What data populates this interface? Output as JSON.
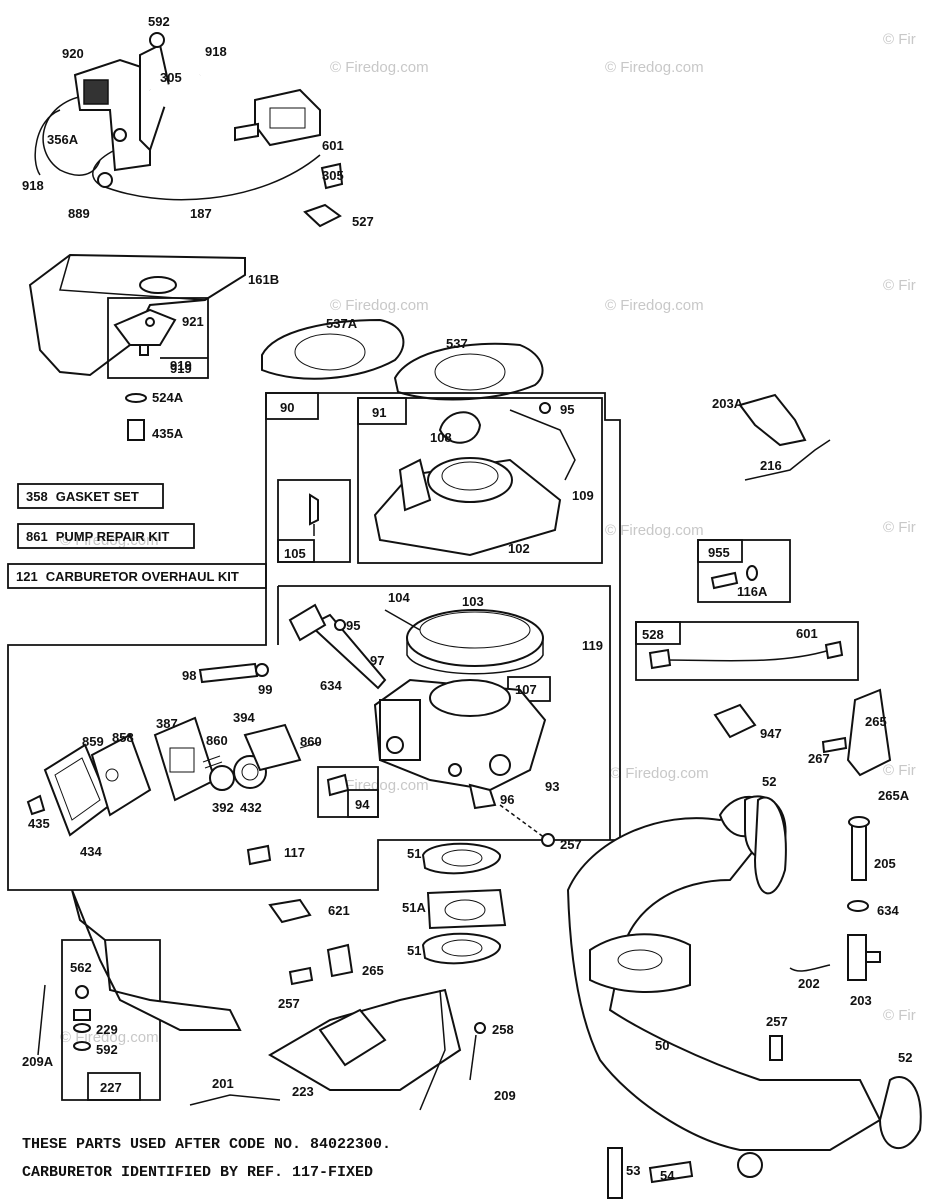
{
  "watermark": {
    "text": "© Firedog.com",
    "short_text": "© Fir"
  },
  "kits": [
    {
      "ref": "358",
      "name": "GASKET SET"
    },
    {
      "ref": "861",
      "name": "PUMP REPAIR KIT"
    },
    {
      "ref": "121",
      "name": "CARBURETOR OVERHAUL KIT"
    }
  ],
  "note": {
    "line1": "THESE PARTS USED AFTER CODE NO. 84022300.",
    "line2": "CARBURETOR IDENTIFIED BY REF. 117-FIXED"
  },
  "box_labels": [
    "90",
    "91",
    "105",
    "107",
    "94",
    "919",
    "955",
    "528",
    "227"
  ],
  "callouts": [
    "592",
    "920",
    "918",
    "305",
    "356A",
    "601",
    "305",
    "918",
    "889",
    "187",
    "527",
    "161B",
    "921",
    "919",
    "524A",
    "435A",
    "537A",
    "537",
    "90",
    "91",
    "95",
    "108",
    "109",
    "102",
    "105",
    "104",
    "103",
    "119",
    "95",
    "97",
    "98",
    "99",
    "634",
    "107",
    "93",
    "96",
    "94",
    "257",
    "394",
    "387",
    "860",
    "860",
    "858",
    "859",
    "392",
    "432",
    "435",
    "434",
    "117",
    "203A",
    "216",
    "955",
    "116A",
    "528",
    "601",
    "947",
    "265",
    "267",
    "265A",
    "52",
    "205",
    "634",
    "203",
    "202",
    "257",
    "50",
    "52",
    "53",
    "54",
    "51",
    "51A",
    "51",
    "621",
    "265",
    "257",
    "258",
    "223",
    "209",
    "201",
    "562",
    "229",
    "592",
    "209A",
    "227"
  ]
}
